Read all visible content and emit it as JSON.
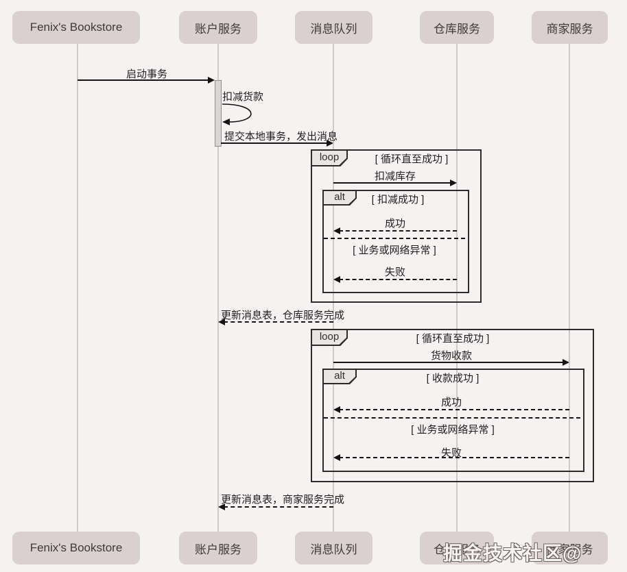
{
  "diagram": {
    "participants": [
      {
        "label": "Fenix's Bookstore"
      },
      {
        "label": "账户服务"
      },
      {
        "label": "消息队列"
      },
      {
        "label": "仓库服务"
      },
      {
        "label": "商家服务"
      }
    ],
    "messages": {
      "start_transaction": "启动事务",
      "deduct_payment": "扣减货款",
      "commit_local_tx": "提交本地事务，发出消息",
      "deduct_stock": "扣减库存",
      "stock_success": "成功",
      "stock_fail": "失败",
      "warehouse_done": "更新消息表，仓库服务完成",
      "collect_goods_payment": "货物收款",
      "payment_success": "成功",
      "payment_fail": "失败",
      "merchant_done": "更新消息表，商家服务完成"
    },
    "fragments": {
      "loop1": {
        "operator": "loop",
        "guard": "[ 循环直至成功 ]"
      },
      "alt1": {
        "operator": "alt",
        "guard": "[ 扣减成功 ]",
        "else_guard": "[ 业务或网络异常 ]"
      },
      "loop2": {
        "operator": "loop",
        "guard": "[ 循环直至成功 ]"
      },
      "alt2": {
        "operator": "alt",
        "guard": "[ 收款成功 ]",
        "else_guard": "[ 业务或网络异常 ]"
      }
    },
    "watermark": "掘金技术社区@",
    "colors": {
      "background": "#f5f2f1",
      "participant_fill": "#d9d0cf",
      "line": "#141414",
      "lifeline": "#cfc9c7"
    }
  }
}
